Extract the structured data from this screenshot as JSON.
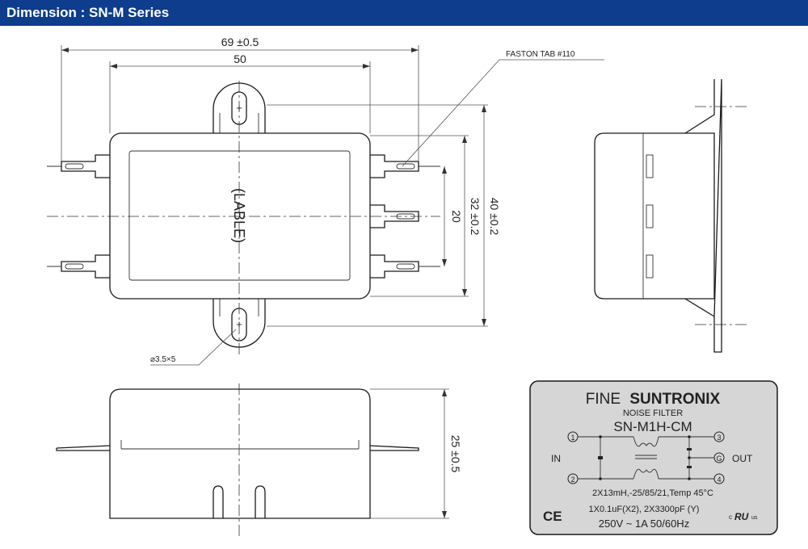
{
  "header": {
    "title": "Dimension : SN-M Series"
  },
  "top_view": {
    "dim_overall": "69 ±0.5",
    "dim_inner": "50",
    "dim_pin_span": "20",
    "dim_body_height": "32 ±0.2",
    "dim_flange_height": "40 ±0.2",
    "label": "(LABLE)",
    "faston_callout": "FASTON TAB #110",
    "hole_callout": "⌀3.5×5"
  },
  "front_view": {
    "dim_height": "25 ±0.5"
  },
  "nameplate": {
    "brand_prefix": "FINE",
    "brand_name": "SUNTRONIX",
    "product_type": "NOISE FILTER",
    "model": "SN-M1H-CM",
    "in_label": "IN",
    "out_label": "OUT",
    "pin1": "1",
    "pin2": "2",
    "pin3": "3",
    "pin4": "4",
    "pinG": "G",
    "spec_line1": "2X13mH,-25/85/21,Temp 45°C",
    "spec_line2": "1X0.1uF(X2), 2X3300pF (Y)",
    "spec_line3": "250V ~ 1A  50/60Hz",
    "ce_mark": "CE",
    "ul_left": "c",
    "ul_right": "us",
    "ul_mark": "RU"
  },
  "colors": {
    "header_bg": "#0d3d8c",
    "plate_bg": "#d6d6d6"
  }
}
